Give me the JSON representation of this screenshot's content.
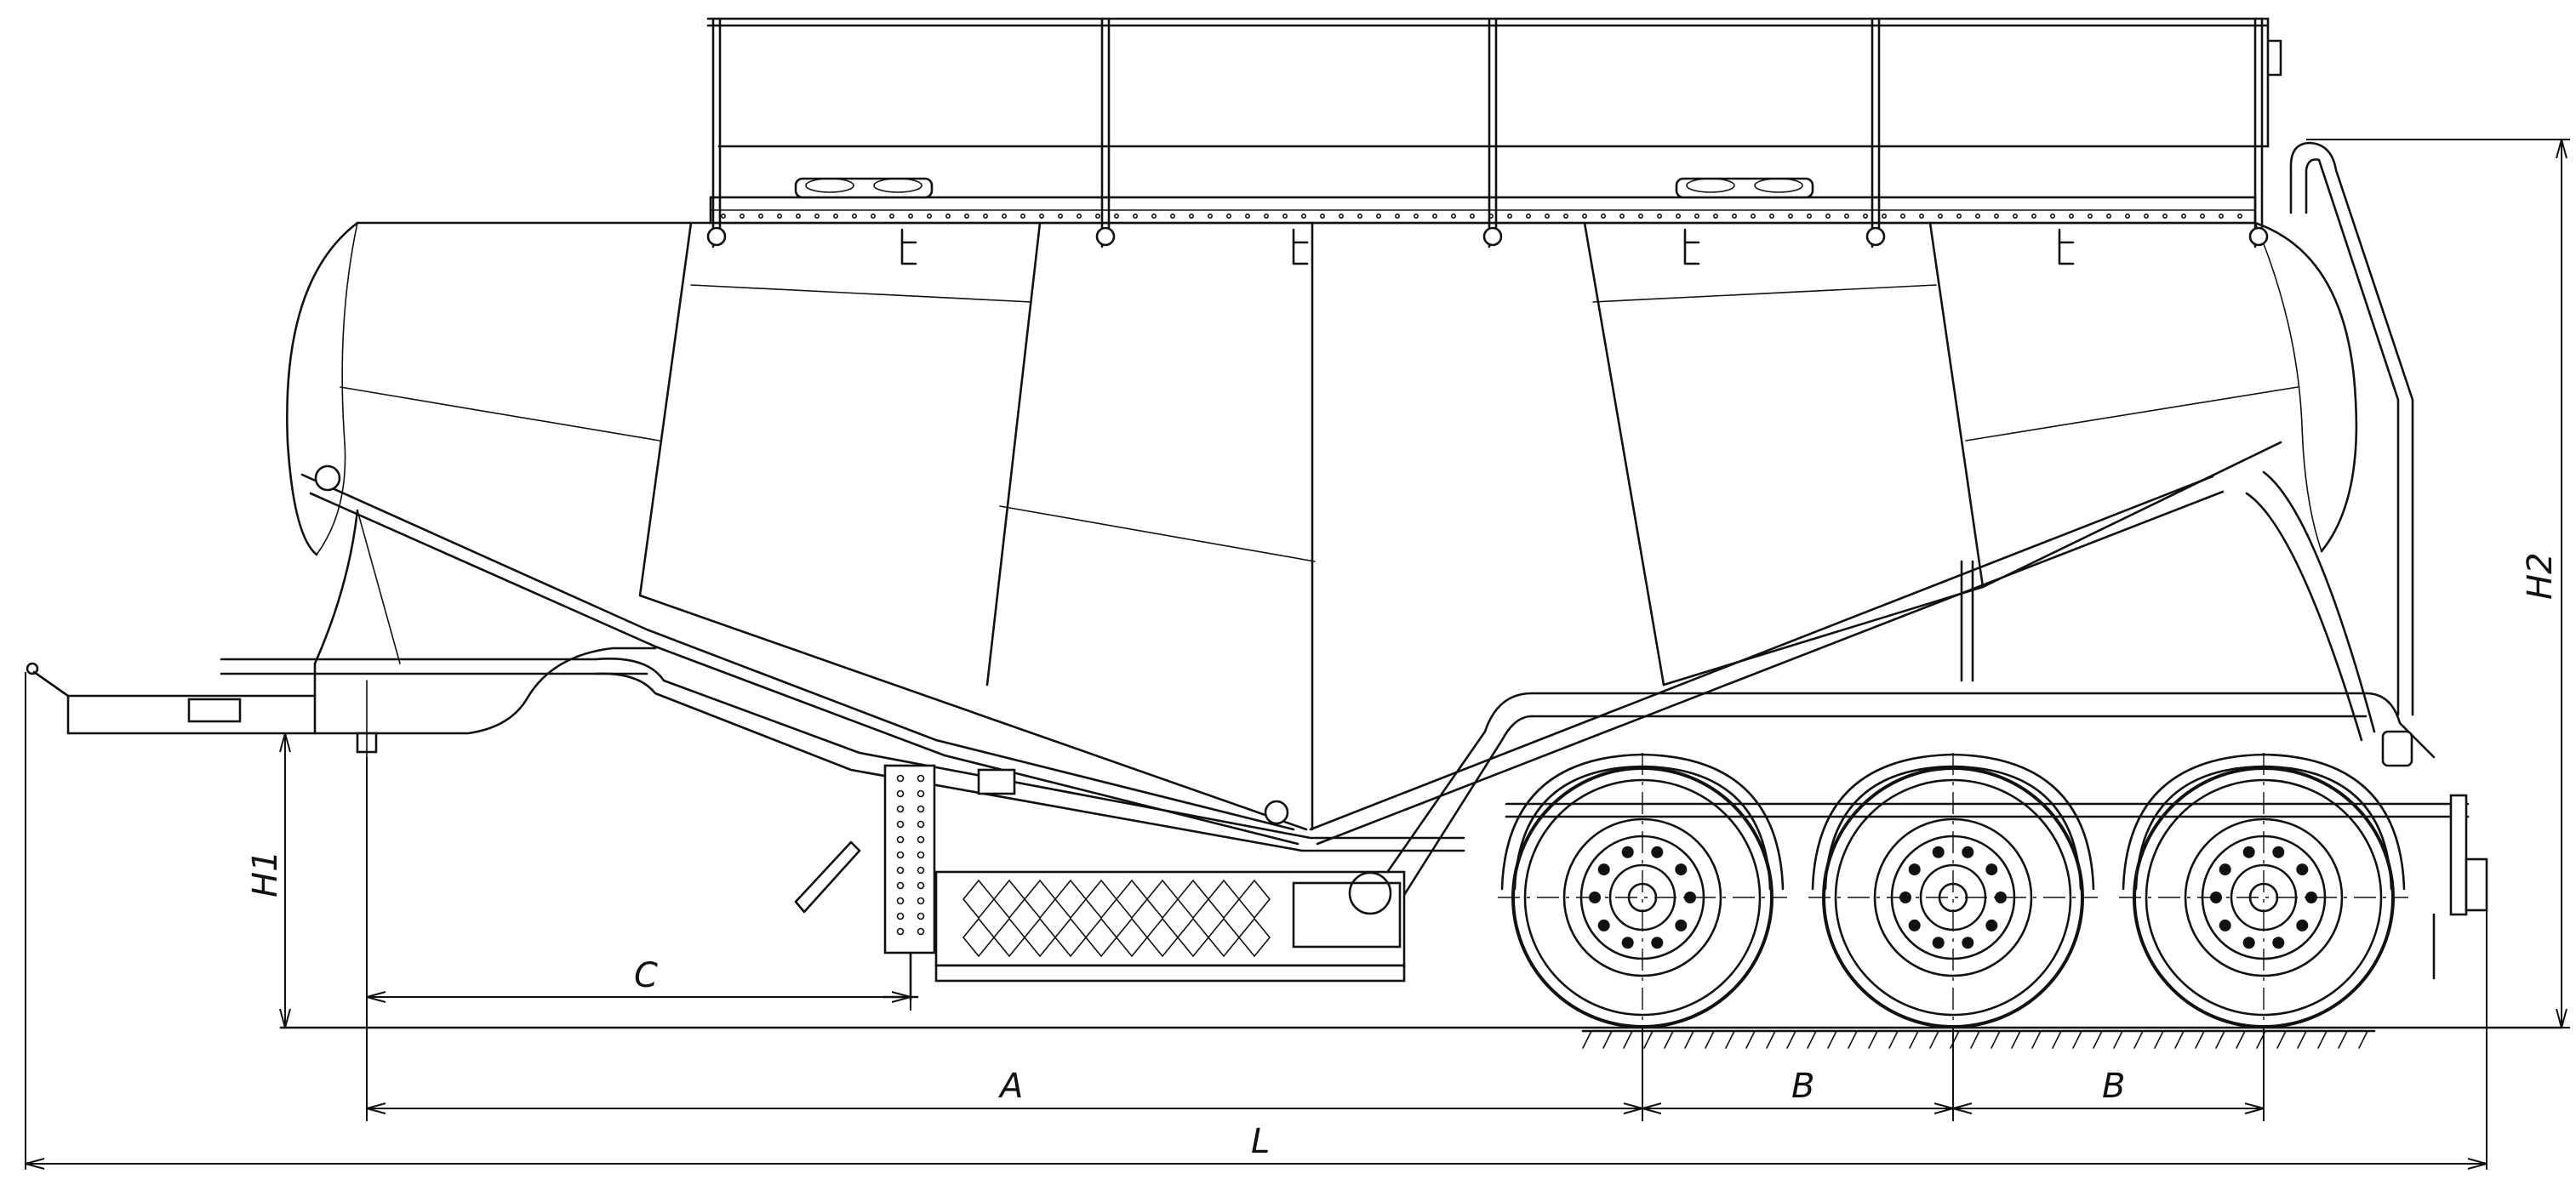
{
  "dimensions": {
    "overall_length": "L",
    "kingpin_to_first_axle": "A",
    "axle_spacing_1": "B",
    "axle_spacing_2": "B",
    "kingpin_to_landing_gear": "C",
    "fifth_wheel_height": "H1",
    "overall_height": "H2"
  }
}
